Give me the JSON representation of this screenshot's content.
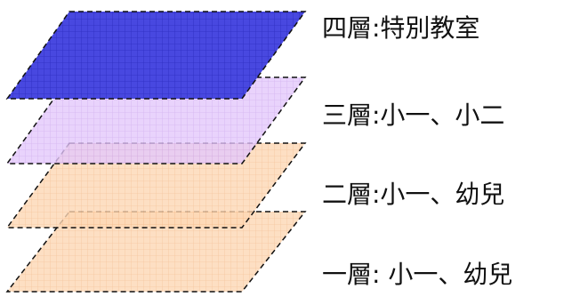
{
  "diagram": {
    "floors": [
      {
        "level": 1,
        "label": "一層: 小一、幼兒",
        "fill": "#fdd7b4",
        "grid": "#f4b887"
      },
      {
        "level": 2,
        "label": "二層:小一、幼兒",
        "fill": "#fdd7b4",
        "grid": "#f4b887"
      },
      {
        "level": 3,
        "label": "三層:小一、小二",
        "fill": "#e4c8fb",
        "grid": "#c9a2ec"
      },
      {
        "level": 4,
        "label": "四層:特別教室",
        "fill": "#4848e0",
        "grid": "#2c2cc0"
      }
    ],
    "outline_color": "#111111"
  }
}
